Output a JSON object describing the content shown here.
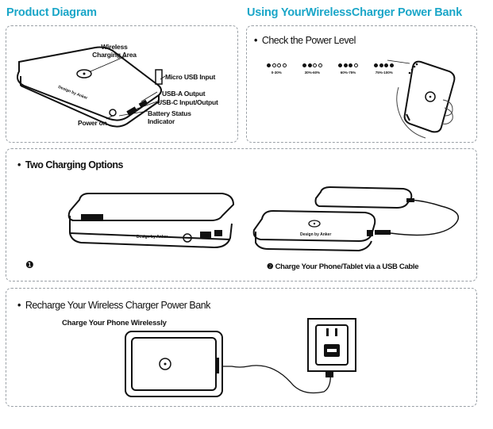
{
  "header": {
    "left_title": "Product Diagram",
    "right_title": "Using YourWirelessCharger Power Bank",
    "title_color": "#1aa6c8"
  },
  "product_diagram": {
    "callouts": {
      "wireless_area": "Wireless Charging Area",
      "micro_usb": "Micro USB Input",
      "usb_a": "USB-A Output",
      "usb_c": "USB-C Input/Output",
      "battery_status": "Battery Status Indicator",
      "power_on": "Power on"
    },
    "device_text": "Design by Anker"
  },
  "power_level": {
    "heading": "Check the Power Level",
    "levels": [
      {
        "label": "0-30%",
        "filled": 1
      },
      {
        "label": "30%-60%",
        "filled": 2
      },
      {
        "label": "60%-75%",
        "filled": 3
      },
      {
        "label": "75%-100%",
        "filled": 4
      }
    ]
  },
  "two_options": {
    "heading": "Two Charging Options",
    "option1_number": "❶",
    "option2_caption": "Charge Your Phone/Tablet via a USB Cable",
    "option2_number": "❷",
    "device_text": "Design by Anker"
  },
  "recharge": {
    "heading": "Recharge Your Wireless Charger Power Bank",
    "sub": "Charge Your Phone Wirelessly"
  }
}
